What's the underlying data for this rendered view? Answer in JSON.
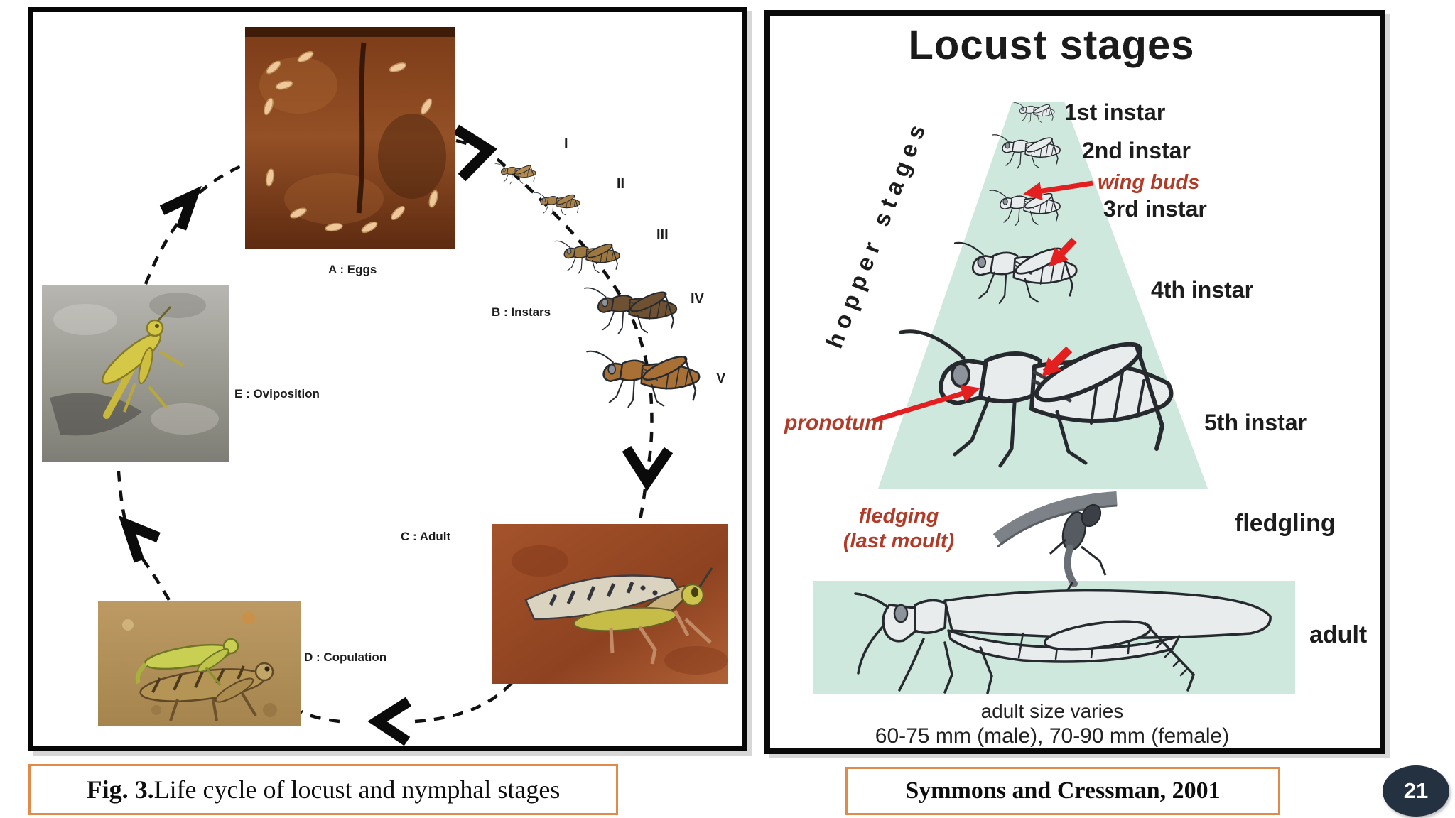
{
  "page": {
    "number": "21"
  },
  "figure": {
    "caption_bold": "Fig. 3.",
    "caption_rest": " Life cycle of locust and nymphal stages",
    "credit": "Symmons and Cressman, 2001"
  },
  "left_panel": {
    "labels": {
      "eggs": "A : Eggs",
      "instars": "B : Instars",
      "adult": "C : Adult",
      "copulation": "D : Copulation",
      "oviposition": "E : Oviposition"
    },
    "instar_numerals": [
      "I",
      "II",
      "III",
      "IV",
      "V"
    ]
  },
  "right_panel": {
    "title": "Locust stages",
    "side_label": "hopper stages",
    "stages": [
      "1st instar",
      "2nd instar",
      "3rd instar",
      "4th instar",
      "5th instar"
    ],
    "fledgling_label": "fledgling",
    "adult_label": "adult",
    "annotations": {
      "wing_buds": "wing buds",
      "pronotum": "pronotum",
      "fledging_line1": "fledging",
      "fledging_line2": "(last moult)"
    },
    "size_note": {
      "line1": "adult size varies",
      "line2": "60-75 mm (male), 70-90 mm (female)"
    }
  },
  "colors": {
    "triangle_green": "#cfe8de",
    "annotation_red": "#b23b28",
    "arrow_red": "#e31f1f",
    "caption_border": "#e08b4a",
    "badge_bg": "#243140",
    "panel_border": "#0a0a0a"
  }
}
